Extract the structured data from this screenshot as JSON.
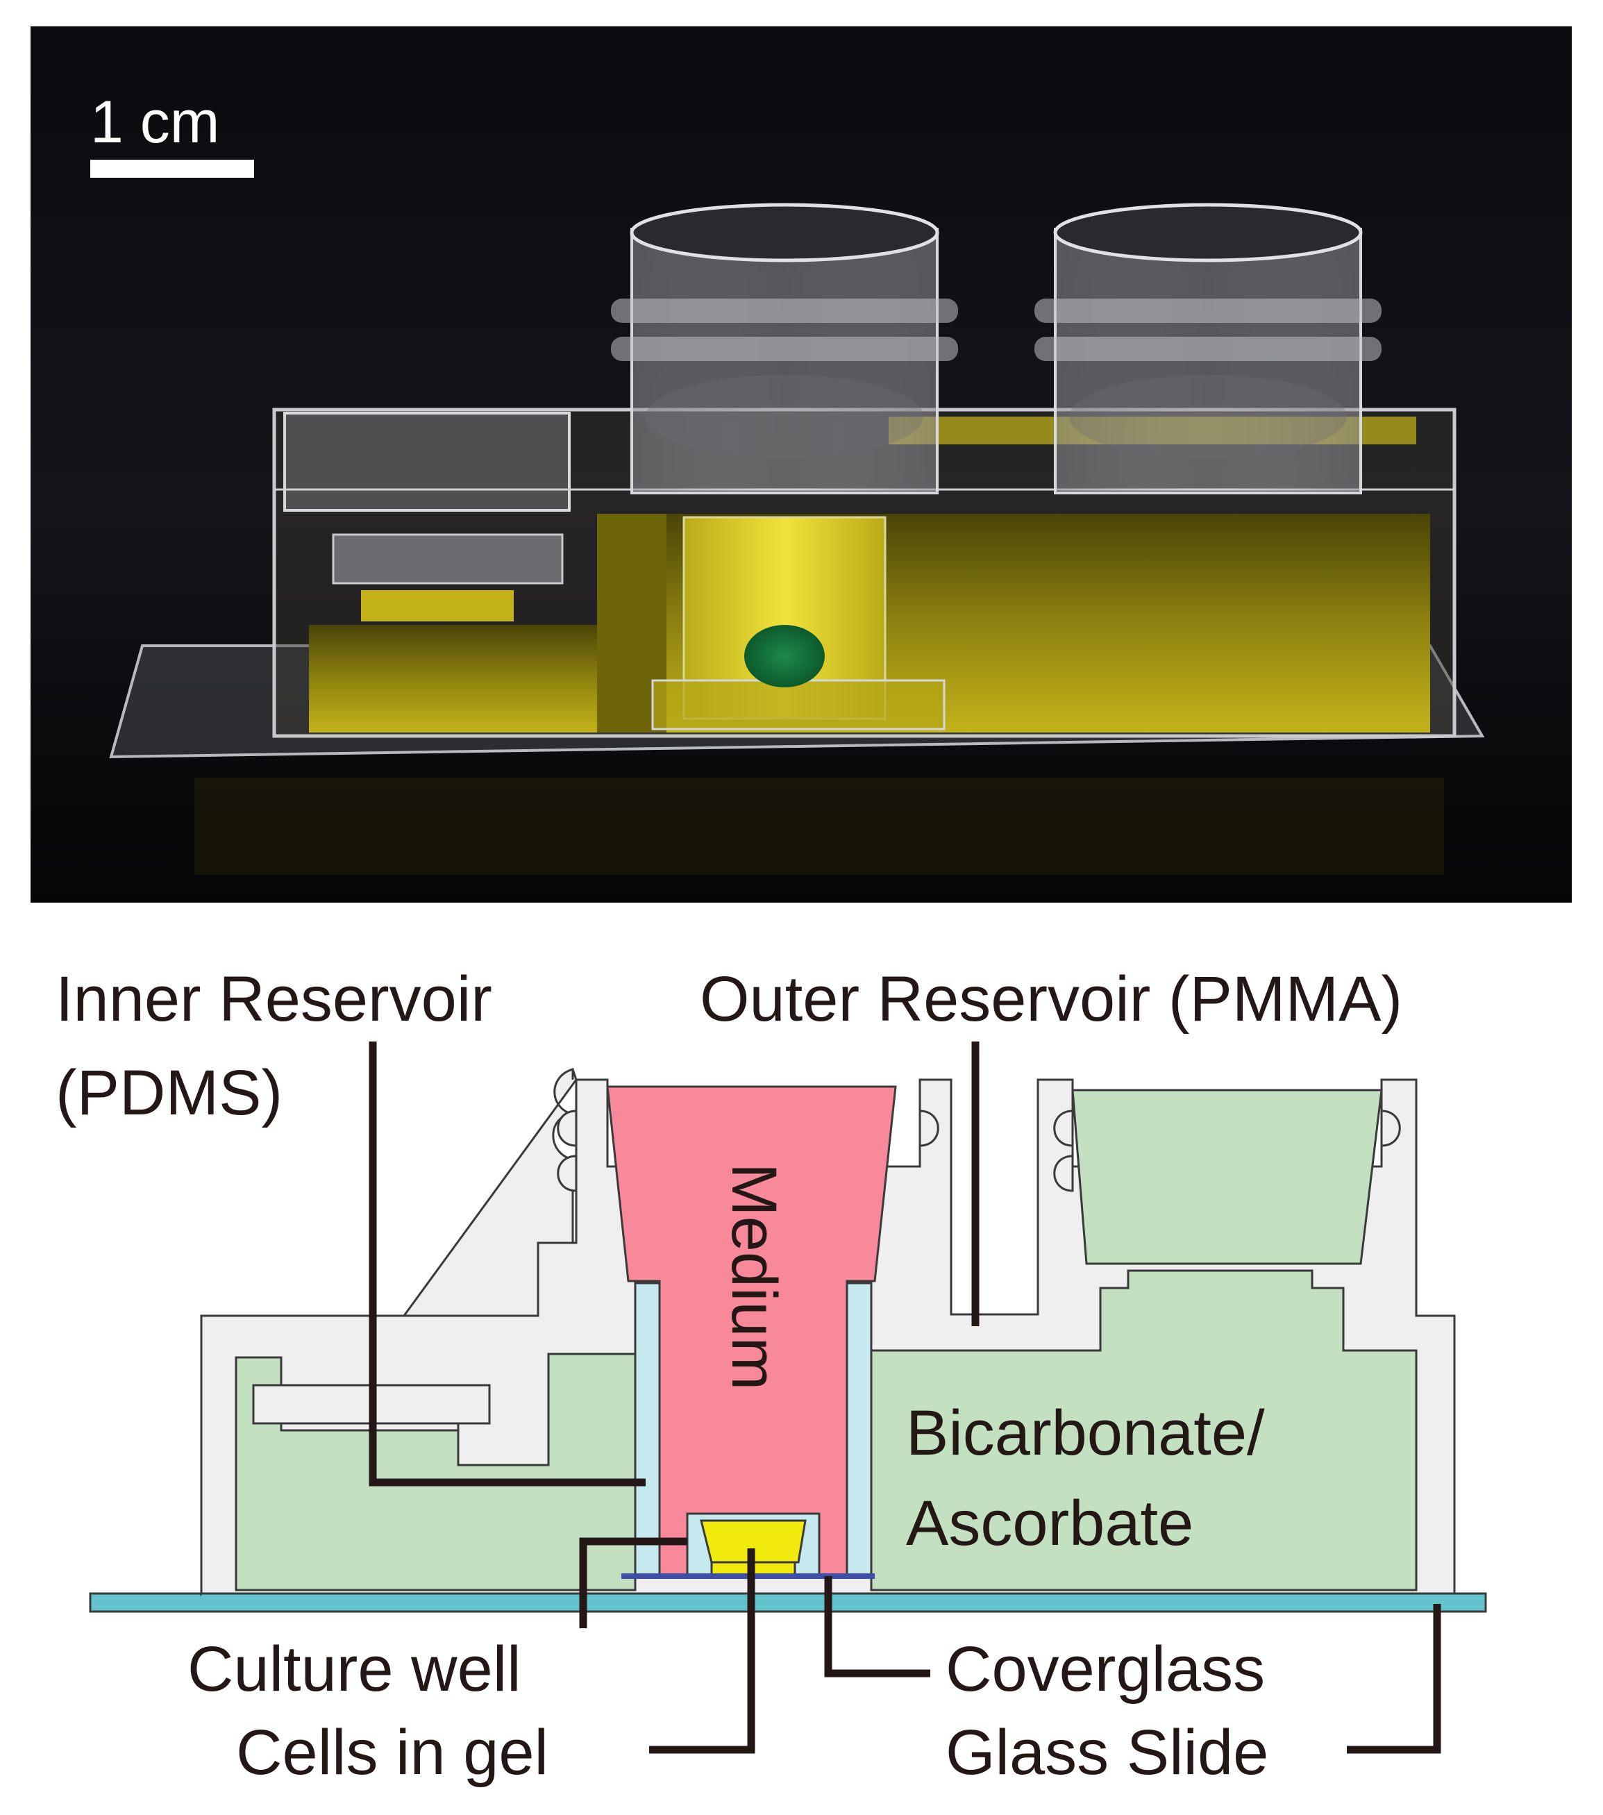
{
  "photo": {
    "scale_bar_label": "1 cm"
  },
  "diagram": {
    "labels": {
      "inner_reservoir_line1": "Inner Reservoir",
      "inner_reservoir_line2": "(PDMS)",
      "outer_reservoir": "Outer Reservoir (PMMA)",
      "medium": "Medium",
      "bicarbonate_line1": "Bicarbonate/",
      "bicarbonate_line2": "Ascorbate",
      "culture_well": "Culture well",
      "cells_in_gel": "Cells in gel",
      "coverglass": "Coverglass",
      "glass_slide": "Glass Slide"
    },
    "colors": {
      "medium": "#f7899a",
      "bicarbonate_ascorbate": "#c3e1c1",
      "pmma": "#efefef",
      "pdms": "#c6e9ef",
      "cells_gel": "#f2ea0c",
      "coverglass": "#3f4fa6",
      "glass_slide": "#63c3cc"
    }
  }
}
